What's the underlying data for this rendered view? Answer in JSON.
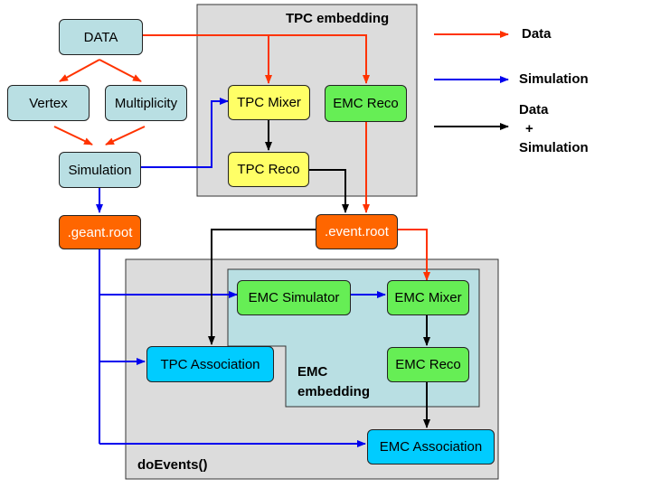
{
  "panels": {
    "tpc_embedding": "TPC embedding",
    "do_events": "doEvents()",
    "emc_embedding_line1": "EMC",
    "emc_embedding_line2": "embedding"
  },
  "nodes": {
    "data": "DATA",
    "vertex": "Vertex",
    "multiplicity": "Multiplicity",
    "simulation": "Simulation",
    "geant_root": ".geant.root",
    "tpc_mixer": "TPC Mixer",
    "emc_reco_top": "EMC Reco",
    "tpc_reco": "TPC Reco",
    "event_root": ".event.root",
    "emc_simulator": "EMC Simulator",
    "emc_mixer": "EMC Mixer",
    "emc_reco_bottom": "EMC Reco",
    "tpc_association": "TPC Association",
    "emc_association": "EMC Association"
  },
  "legend": {
    "data": "Data",
    "simulation": "Simulation",
    "combined_line1": "Data",
    "combined_line2": "+",
    "combined_line3": "Simulation"
  },
  "colors": {
    "data_arrow": "#ff3300",
    "simulation_arrow": "#0000ee",
    "combined_arrow": "#000000",
    "panel_fill": "#dcdcdc",
    "emc_panel_fill": "#b9dfe3"
  }
}
